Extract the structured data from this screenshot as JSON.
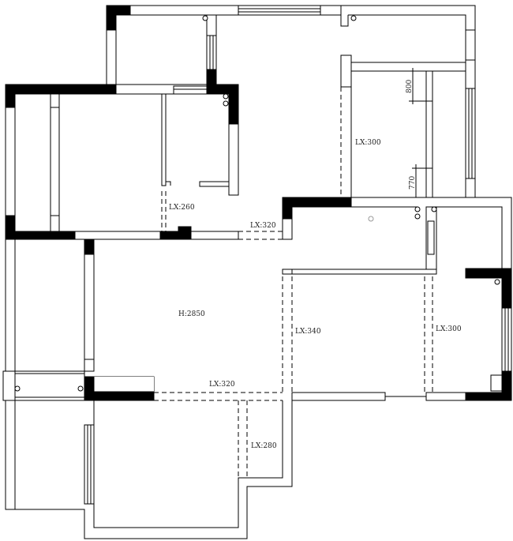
{
  "plan": {
    "labels": {
      "lx300_top": "LX:300",
      "lx260": "LX:260",
      "lx320_top": "LX:320",
      "h2850": "H:2850",
      "lx340": "LX:340",
      "lx300_right": "LX:300",
      "lx320_bottom": "LX:320",
      "lx280": "LX:280"
    },
    "dimensions": {
      "d800": "800",
      "d770": "770"
    }
  }
}
